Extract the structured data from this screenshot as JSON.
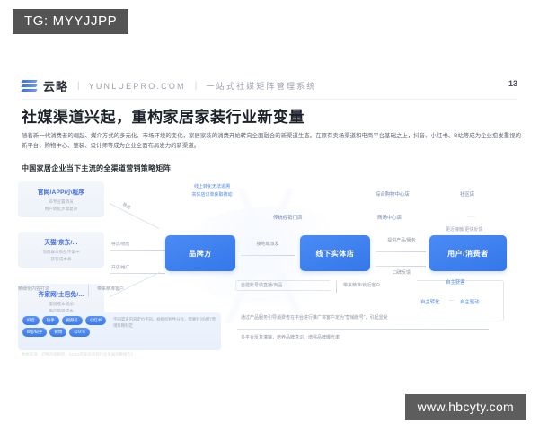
{
  "watermarks": {
    "telegram": "TG: MYYJJPP",
    "site": "www.hbcyty.com"
  },
  "header": {
    "logo_cn": "云略",
    "separator": "|",
    "url": "YUNLUEPRO.COM",
    "description": "一站式社媒矩阵管理系统",
    "page_number": "13"
  },
  "slide": {
    "title": "社媒渠道兴起，重构家居家装行业新变量",
    "lead": "随着新一代消费者的崛起、媒介方式的多元化、市场环境的变化，家居家装的消费开始转向全面融合的新渠道生态。在原有卖场渠道和电商平台基础之上，抖音、小红书、B站等成为企业愈发重视的新平台；购物中心、整装、设计师等成为企业全面布局发力的新渠道。",
    "subtitle": "中国家居企业当下主流的全渠道营销策略矩阵",
    "source": "数据来源：云略内部研究；《2024年家居家装行业发展洞察报告》"
  },
  "diagram": {
    "left_cards": [
      {
        "title": "官网/APP/小程序",
        "line1": "非专业置销员",
        "line2": "用户转化步骤复杂"
      },
      {
        "title": "天猫/京东/...",
        "line1": "消费群体杂乱不集中",
        "line2": "获客成本高"
      },
      {
        "title": "齐家网/土巴兔/...",
        "line1": "渠道成本增加",
        "line2": "用户筛错成本"
      }
    ],
    "left_connectors": {
      "diagonal": "导流",
      "middle": "导流/销售",
      "bottom": "开店/推广"
    },
    "nodes": {
      "brand": "品牌方",
      "store": "线下实体店",
      "user": "用户/消费者"
    },
    "flow_labels": {
      "brand_to_store": "接地域派发",
      "store_to_user_top": "提供产品/服务",
      "store_to_user_bottom": "口碑反馈"
    },
    "top_middle_note": {
      "line1": "线上转化无法追溯",
      "line2": "实体店订单获取被动"
    },
    "store_types": {
      "traditional": "传统经销门店",
      "mall_center": "综合购物中心店",
      "community": "社区店",
      "department": "商场中心店",
      "more": "......",
      "benefit": "更近接触 更快反馈"
    },
    "bottom_left": {
      "label_a": "精细化内容打造",
      "label_b": "带来精准客户",
      "tags": [
        "抖音",
        "快手",
        "视频号",
        "小红书",
        "B站/知乎",
        "微博",
        "公众号"
      ],
      "note": "不同渠道内容定位不同，规模结构性分化，需要针对进行营销策略制定"
    },
    "bottom_middle": {
      "label_a": "自建账号做直播/商品",
      "label_b": "带来精准/就近客户",
      "note1": "通过产品服务引导消费者在平台进行推广将客户定为\"营销账号\"，引起显受",
      "note2": "多平台反复灌输，培养品牌意识，增强品牌曝光率"
    },
    "bottom_right": {
      "top": "自主获客",
      "left": "自主转化",
      "divider": "—",
      "right": "自主驱动"
    }
  },
  "colors": {
    "brand_blue": "#3477ea",
    "accent_blue": "#4b86ef",
    "title_dark": "#1d2129",
    "body_grey": "#5d646e",
    "muted": "#9aa2af"
  }
}
